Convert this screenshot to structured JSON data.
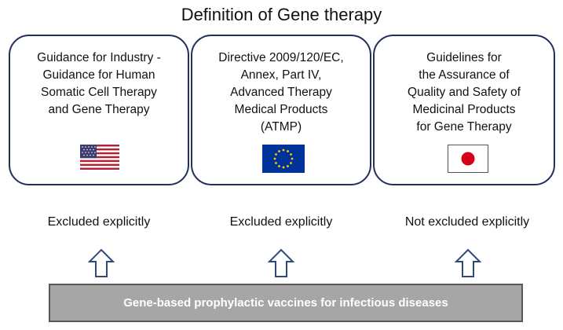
{
  "title": "Definition of Gene therapy",
  "boxes": [
    {
      "lines": [
        "Guidance for Industry -",
        "Guidance for Human",
        "Somatic Cell Therapy",
        "and Gene Therapy"
      ],
      "flag_icon": "us-flag-icon",
      "status": "Excluded explicitly"
    },
    {
      "lines": [
        "Directive 2009/120/EC,",
        "Annex, Part IV,",
        "Advanced Therapy",
        "Medical Products",
        "(ATMP)"
      ],
      "flag_icon": "eu-flag-icon",
      "status": "Excluded explicitly"
    },
    {
      "lines": [
        "Guidelines for",
        "the Assurance of",
        "Quality and Safety of",
        "Medicinal Products",
        "for Gene Therapy"
      ],
      "flag_icon": "japan-flag-icon",
      "status": "Not excluded explicitly"
    }
  ],
  "bottom_bar": "Gene-based prophylactic vaccines for infectious diseases",
  "colors": {
    "box_border": "#22305a",
    "arrow": "#2e4a7a",
    "bar_fill": "#a6a6a6",
    "bar_border": "#595959",
    "us_red": "#b22234",
    "us_blue": "#3c3b6e",
    "eu_blue": "#003399",
    "eu_star": "#ffcc00",
    "jp_red": "#d60018"
  }
}
